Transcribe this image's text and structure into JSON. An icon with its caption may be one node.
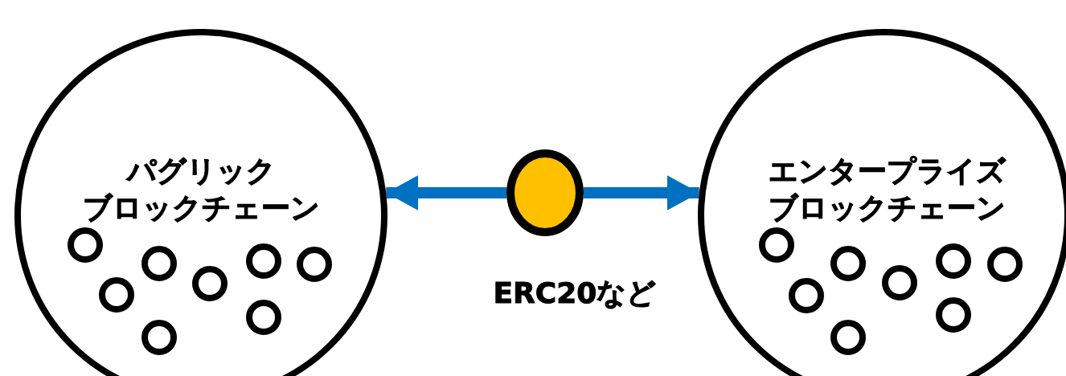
{
  "diagram": {
    "nodes": [
      {
        "text": [
          "パグリックブロックチェーン"
        ]
      },
      {
        "text": [],
        "shape": "circle",
        "in": 0
      },
      {
        "text": [],
        "shape": "circle",
        "in": 0
      },
      {
        "text": [],
        "shape": "circle",
        "in": 0
      },
      {
        "text": [],
        "shape": "circle",
        "in": 0
      },
      {
        "text": [],
        "shape": "circle",
        "in": 0
      },
      {
        "text": [],
        "shape": "circle",
        "in": 0
      },
      {
        "text": [],
        "shape": "circle",
        "in": 0
      },
      {
        "text": [],
        "shape": "circle",
        "in": 0
      },
      {
        "text": [],
        "shape": "circle",
        "beside": [
          "ERC20など"
        ]
      },
      {
        "text": [
          "エンタープライズブロックチェーン"
        ]
      },
      {
        "text": [],
        "shape": "circle",
        "in": 10
      },
      {
        "text": [],
        "shape": "circle",
        "in": 10
      },
      {
        "text": [],
        "shape": "circle",
        "in": 10
      },
      {
        "text": [],
        "shape": "circle",
        "in": 10
      },
      {
        "text": [],
        "shape": "circle",
        "in": 10
      },
      {
        "text": [],
        "shape": "circle",
        "in": 10
      },
      {
        "text": [],
        "shape": "circle",
        "in": 10
      },
      {
        "text": [],
        "shape": "circle",
        "in": 10
      }
    ],
    "edges": [
      {
        "from": 9,
        "to": 0,
        "arrow": "to"
      },
      {
        "from": 9,
        "to": 10,
        "arrow": "to"
      }
    ]
  }
}
